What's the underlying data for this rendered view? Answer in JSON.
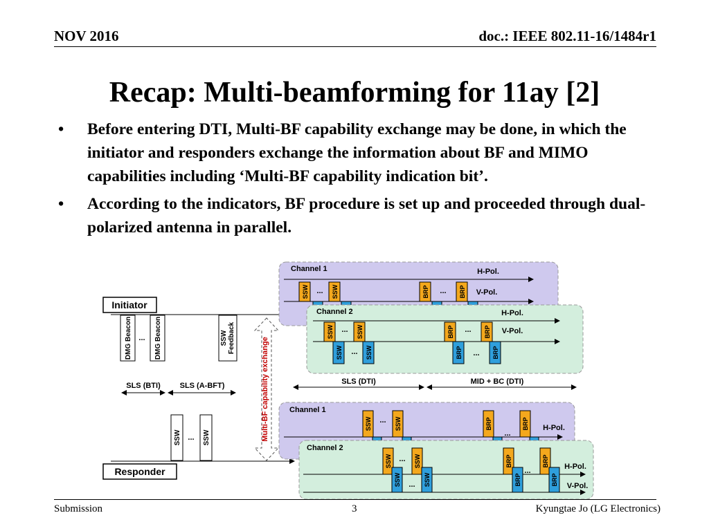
{
  "header": {
    "left": "NOV 2016",
    "right": "doc.: IEEE 802.11-16/1484r1"
  },
  "title": "Recap: Multi-beamforming for 11ay [2]",
  "bullets": [
    "Before entering DTI, Multi-BF capability exchange may be done, in which the initiator and responders exchange the information about BF and MIMO capabilities including ‘Multi-BF capability indication bit’.",
    "According to the indicators, BF procedure is set up and proceeded through dual-polarized antenna in parallel."
  ],
  "diagram": {
    "initiator": "Initiator",
    "responder": "Responder",
    "beacon": "DMG Beacon",
    "ssw": "SSW",
    "ssw_feedback_1": "SSW",
    "ssw_feedback_2": "Feedback",
    "brp": "BRP",
    "ellipsis": "...",
    "exchange": "Multi-BF capability exchange",
    "sls_bti": "SLS (BTI)",
    "sls_abft": "SLS (A-BFT)",
    "sls_dti": "SLS (DTI)",
    "mid_bc": "MID + BC (DTI)",
    "channel1": "Channel 1",
    "channel2": "Channel 2",
    "hpol": "H-Pol.",
    "vpol": "V-Pol."
  },
  "colors": {
    "channel1_fill": "#cfc9ee",
    "channel2_fill": "#d3eedd",
    "orange_box": "#f4a81d",
    "blue_box": "#2f9fdc",
    "exchange_text": "#c00000"
  },
  "footer": {
    "left": "Submission",
    "page": "3",
    "right": "Kyungtae Jo (LG Electronics)"
  }
}
